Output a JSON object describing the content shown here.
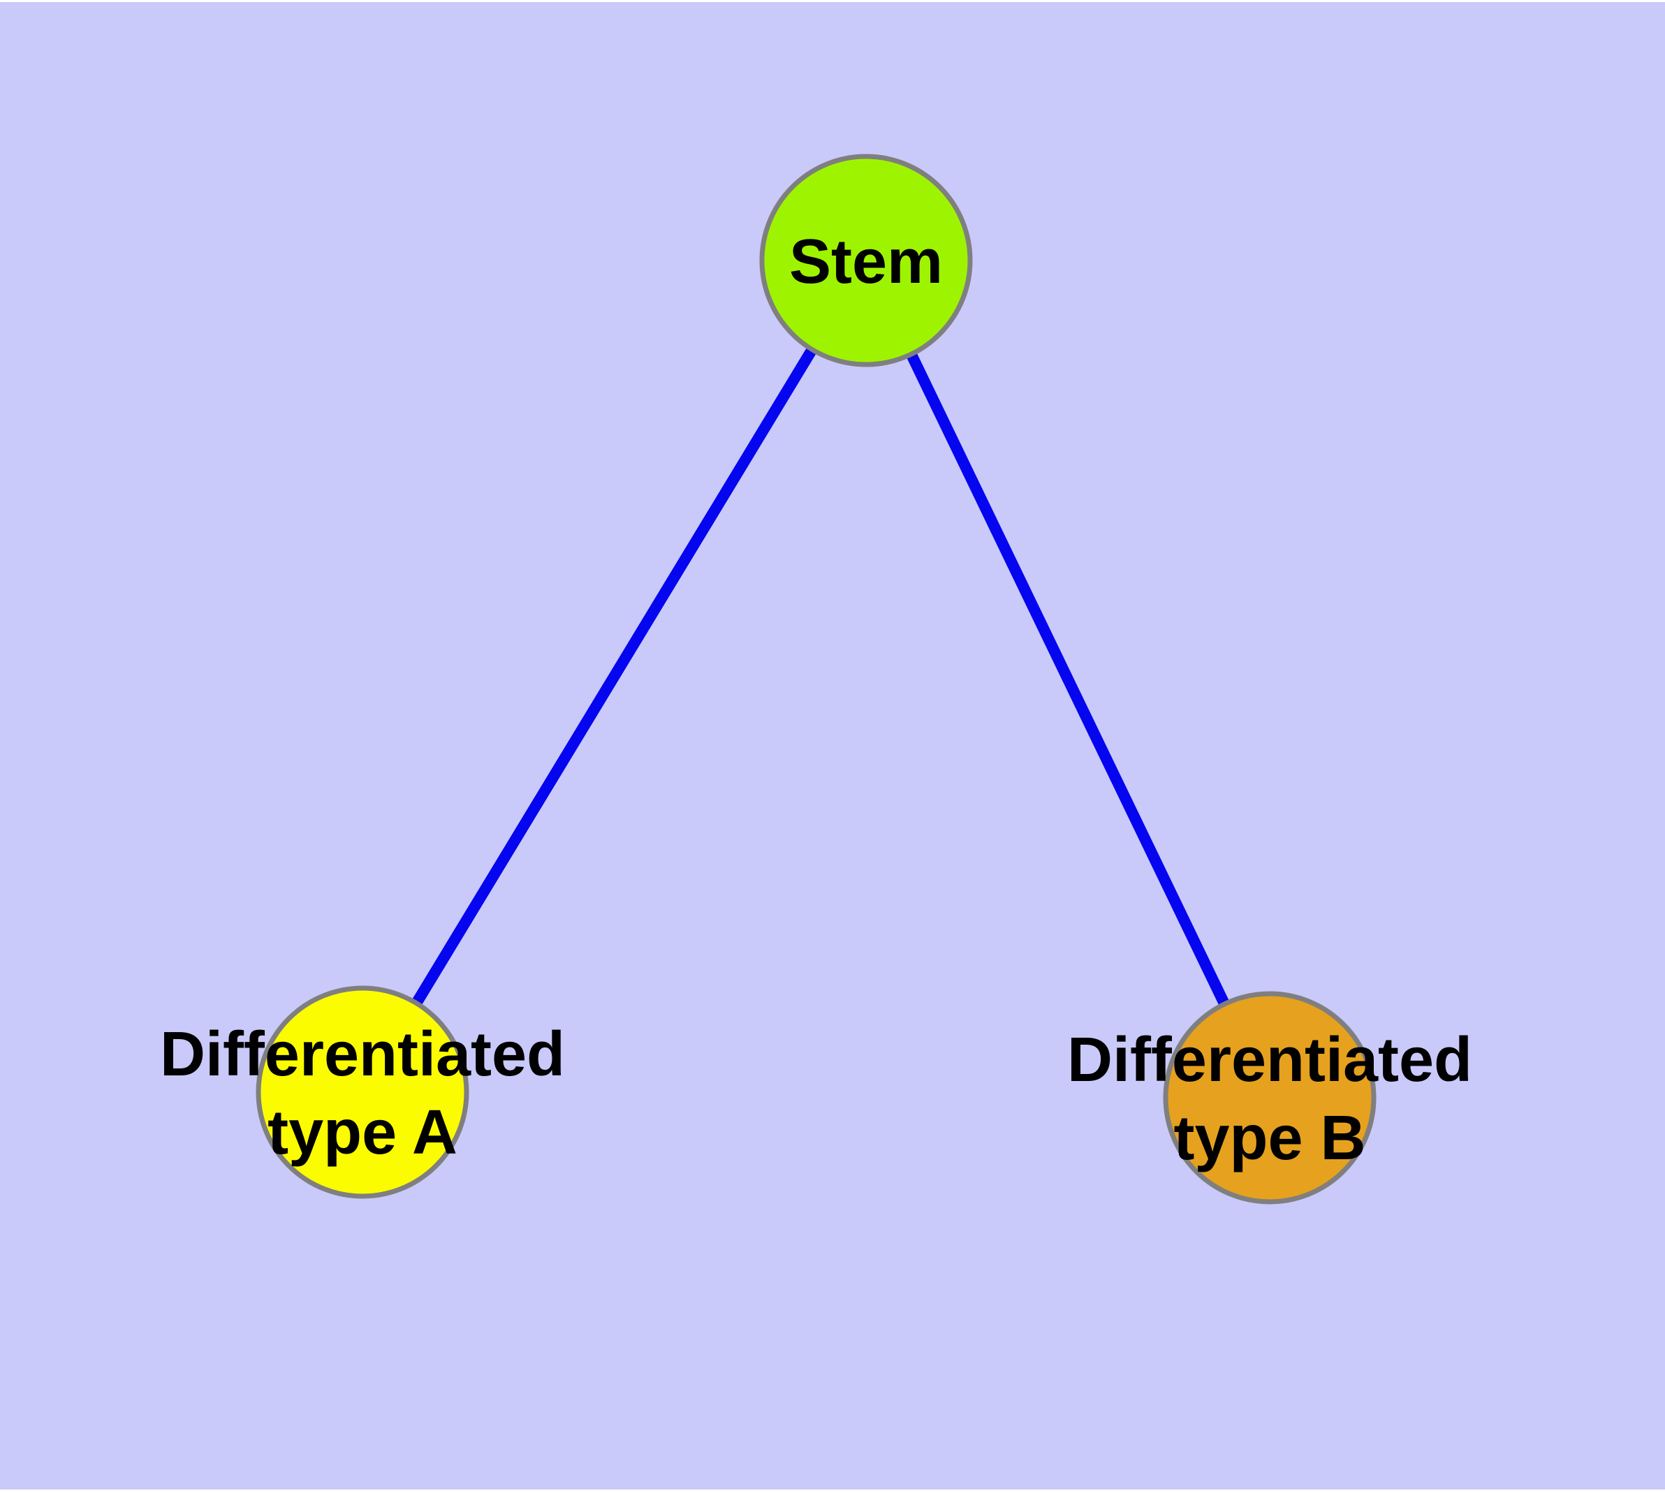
{
  "canvas": {
    "page_color": "#ffffff",
    "background_color": "#c9c9fa"
  },
  "graph": {
    "edge_color": "#0505f0",
    "node_border_color": "#7f7f7f",
    "label_color": "#000000",
    "edges": [
      {
        "from": "stem",
        "to": "differentiated-type-a",
        "color": "#0505f0"
      },
      {
        "from": "stem",
        "to": "differentiated-type-b",
        "color": "#0505f0"
      }
    ],
    "nodes": [
      {
        "id": "stem",
        "label": "Stem",
        "fill": "#9ef400",
        "border": "#7f7f7f"
      },
      {
        "id": "differentiated-type-a",
        "label_line1": "Differentiated",
        "label_line2": "type A",
        "fill": "#fcfc00",
        "border": "#7f7f7f"
      },
      {
        "id": "differentiated-type-b",
        "label_line1": "Differentiated",
        "label_line2": "type B",
        "fill": "#e6a11e",
        "border": "#7f7f7f"
      }
    ]
  }
}
